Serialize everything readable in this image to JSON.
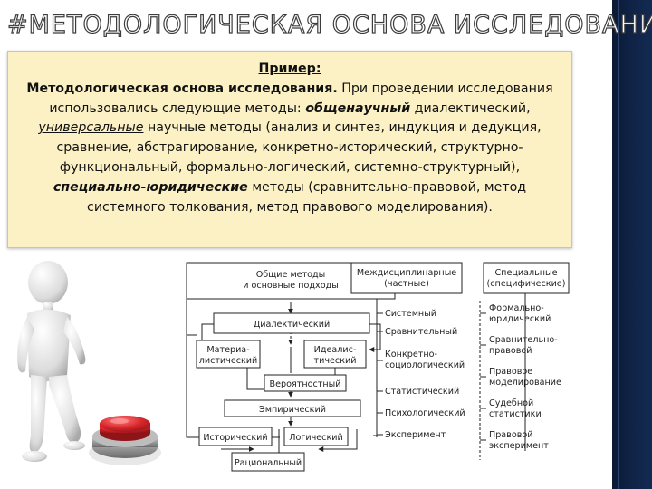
{
  "slide": {
    "title": "#МЕТОДОЛОГИЧЕСКАЯ ОСНОВА ИССЛЕДОВАНИЯ",
    "example_heading": "Пример:",
    "p_lead": "Методологическая основа исследования.",
    "p1": " При проведении исследования использовались следующие методы: ",
    "p_general": "общенаучный",
    "p2": " диалектический, ",
    "p_universal": "универсальные",
    "p3": " научные методы (анализ и синтез, индукция и дедукция, сравнение, абстрагирование, конкретно-исторический, структурно-функциональный, формально-логический, системно-структурный), ",
    "p_special": "специально-юридические",
    "p4": " методы (сравнительно-правовой, метод системного толкования, метод правового моделирования)."
  },
  "diagram": {
    "general": {
      "title": [
        "Общие методы",
        "и основные подходы"
      ]
    },
    "dialectic": "Диалектический",
    "materialist": [
      "Материа-",
      "листический"
    ],
    "idealist": [
      "Идеалис-",
      "тический"
    ],
    "probabilistic": "Вероятностный",
    "empirical": "Эмпирический",
    "historical": "Исторический",
    "logical": "Логический",
    "rational": "Рациональный",
    "interdisciplinary": {
      "title": [
        "Междисциплинарные",
        "(частные)"
      ],
      "items": [
        [
          "Системный"
        ],
        [
          "Сравнительный"
        ],
        [
          "Конкретно-",
          "социологический"
        ],
        [
          "Статистический"
        ],
        [
          "Психологический"
        ],
        [
          "Эксперимент"
        ]
      ]
    },
    "special": {
      "title": [
        "Специальные",
        "(специфические)"
      ],
      "items": [
        [
          "Формально-",
          "юридический"
        ],
        [
          "Сравнительно-",
          "правовой"
        ],
        [
          "Правовое",
          "моделирование"
        ],
        [
          "Судебной",
          "статистики"
        ],
        [
          "Правовой",
          "эксперимент"
        ]
      ]
    }
  },
  "colors": {
    "textbox_bg": "#fcf1c4",
    "button_red": "#d8262b",
    "dark_sidebar": "#0f2244"
  },
  "icons": {
    "figure": "3d-person-figure",
    "button": "red-push-button"
  }
}
